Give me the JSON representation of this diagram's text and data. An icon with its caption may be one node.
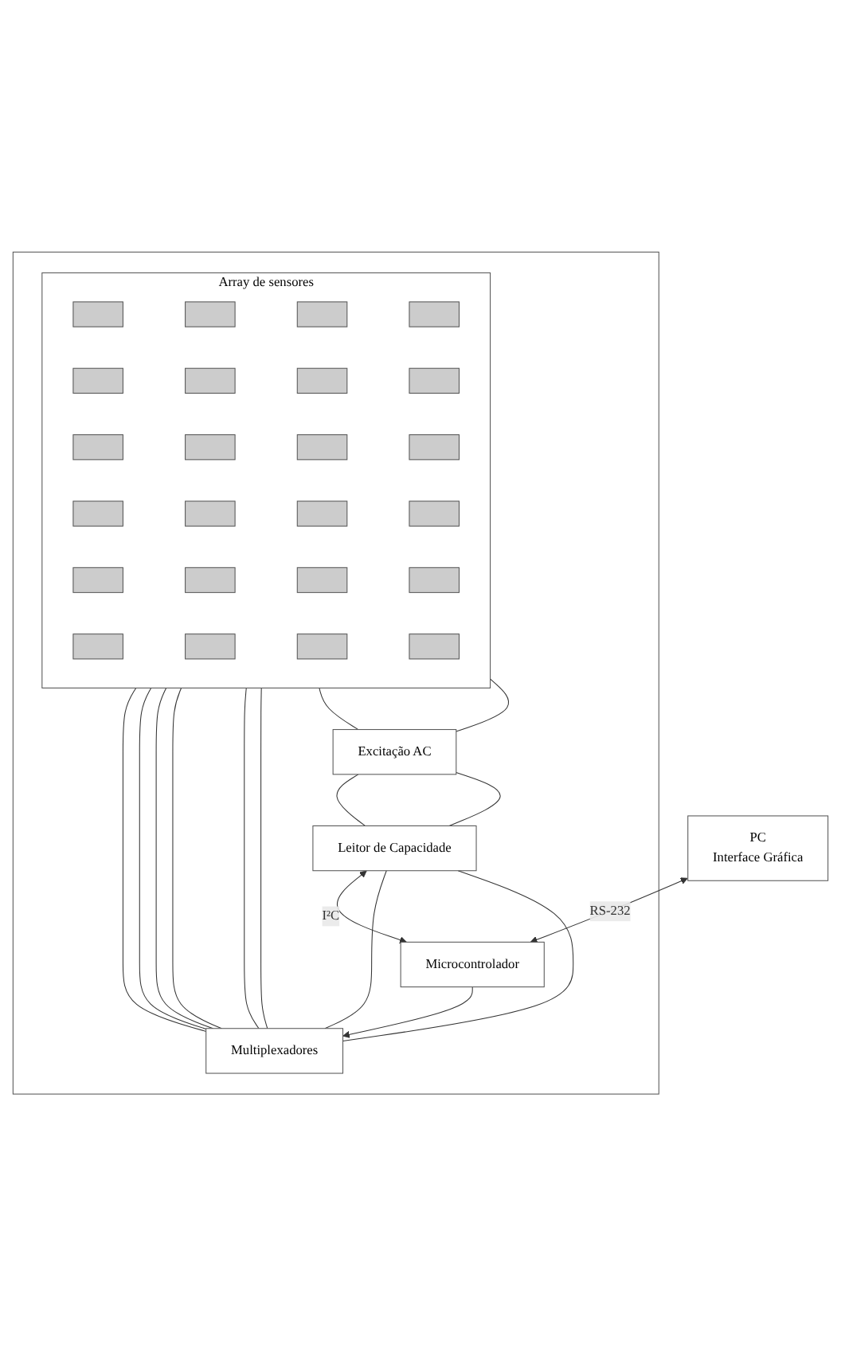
{
  "diagram": {
    "nodes": [
      {
        "text": [],
        "shape": "box"
      },
      {
        "text": [
          "Multiplexadores"
        ],
        "in": 0
      },
      {
        "text": [
          "Array de sensores"
        ],
        "in": 0
      },
      {
        "text": [],
        "shape": "box",
        "in": 2
      },
      {
        "text": [],
        "shape": "box",
        "in": 2
      },
      {
        "text": [],
        "shape": "box",
        "in": 2
      },
      {
        "text": [],
        "shape": "box",
        "in": 2
      },
      {
        "text": [],
        "shape": "box",
        "in": 2
      },
      {
        "text": [],
        "shape": "box",
        "in": 2
      },
      {
        "text": [],
        "shape": "box",
        "in": 2
      },
      {
        "text": [],
        "shape": "box",
        "in": 2
      },
      {
        "text": [],
        "shape": "box",
        "in": 2
      },
      {
        "text": [],
        "shape": "box",
        "in": 2
      },
      {
        "text": [],
        "shape": "box",
        "in": 2
      },
      {
        "text": [],
        "shape": "box",
        "in": 2
      },
      {
        "text": [],
        "shape": "box",
        "in": 2
      },
      {
        "text": [],
        "shape": "box",
        "in": 2
      },
      {
        "text": [],
        "shape": "box",
        "in": 2
      },
      {
        "text": [],
        "shape": "box",
        "in": 2
      },
      {
        "text": [],
        "shape": "box",
        "in": 2
      },
      {
        "text": [],
        "shape": "box",
        "in": 2
      },
      {
        "text": [],
        "shape": "box",
        "in": 2
      },
      {
        "text": [],
        "shape": "box",
        "in": 2
      },
      {
        "text": [],
        "shape": "box",
        "in": 2
      },
      {
        "text": [],
        "shape": "box",
        "in": 2
      },
      {
        "text": [],
        "shape": "box",
        "in": 2
      },
      {
        "text": [],
        "shape": "box",
        "in": 2
      },
      {
        "text": [
          "Excitação AC"
        ],
        "in": 0
      },
      {
        "text": [
          "Leitor de Capacidade"
        ],
        "in": 0
      },
      {
        "text": [
          "Microcontrolador"
        ],
        "in": 0
      },
      {
        "text": [
          "PC",
          "Interface Gráfica"
        ]
      }
    ],
    "edges": [
      {
        "from": 1,
        "to": 2,
        "arrow": "none"
      },
      {
        "from": 1,
        "to": 2,
        "arrow": "none"
      },
      {
        "from": 1,
        "to": 2,
        "arrow": "none"
      },
      {
        "from": 1,
        "to": 2,
        "arrow": "none"
      },
      {
        "from": 1,
        "to": 2,
        "arrow": "none"
      },
      {
        "from": 1,
        "to": 2,
        "arrow": "none"
      },
      {
        "from": 2,
        "to": 27,
        "arrow": "none"
      },
      {
        "from": 2,
        "to": 27,
        "arrow": "none"
      },
      {
        "from": 27,
        "to": 28,
        "arrow": "none"
      },
      {
        "from": 27,
        "to": 28,
        "arrow": "none"
      },
      {
        "from": 28,
        "to": 1,
        "arrow": "none"
      },
      {
        "from": 28,
        "to": 1,
        "arrow": "none"
      },
      {
        "from": 28,
        "to": 29,
        "arrow": "both",
        "label": "I²C"
      },
      {
        "from": 29,
        "to": 1,
        "arrow": "to"
      },
      {
        "from": 30,
        "to": 29,
        "arrow": "both",
        "label": "RS-232"
      }
    ]
  }
}
